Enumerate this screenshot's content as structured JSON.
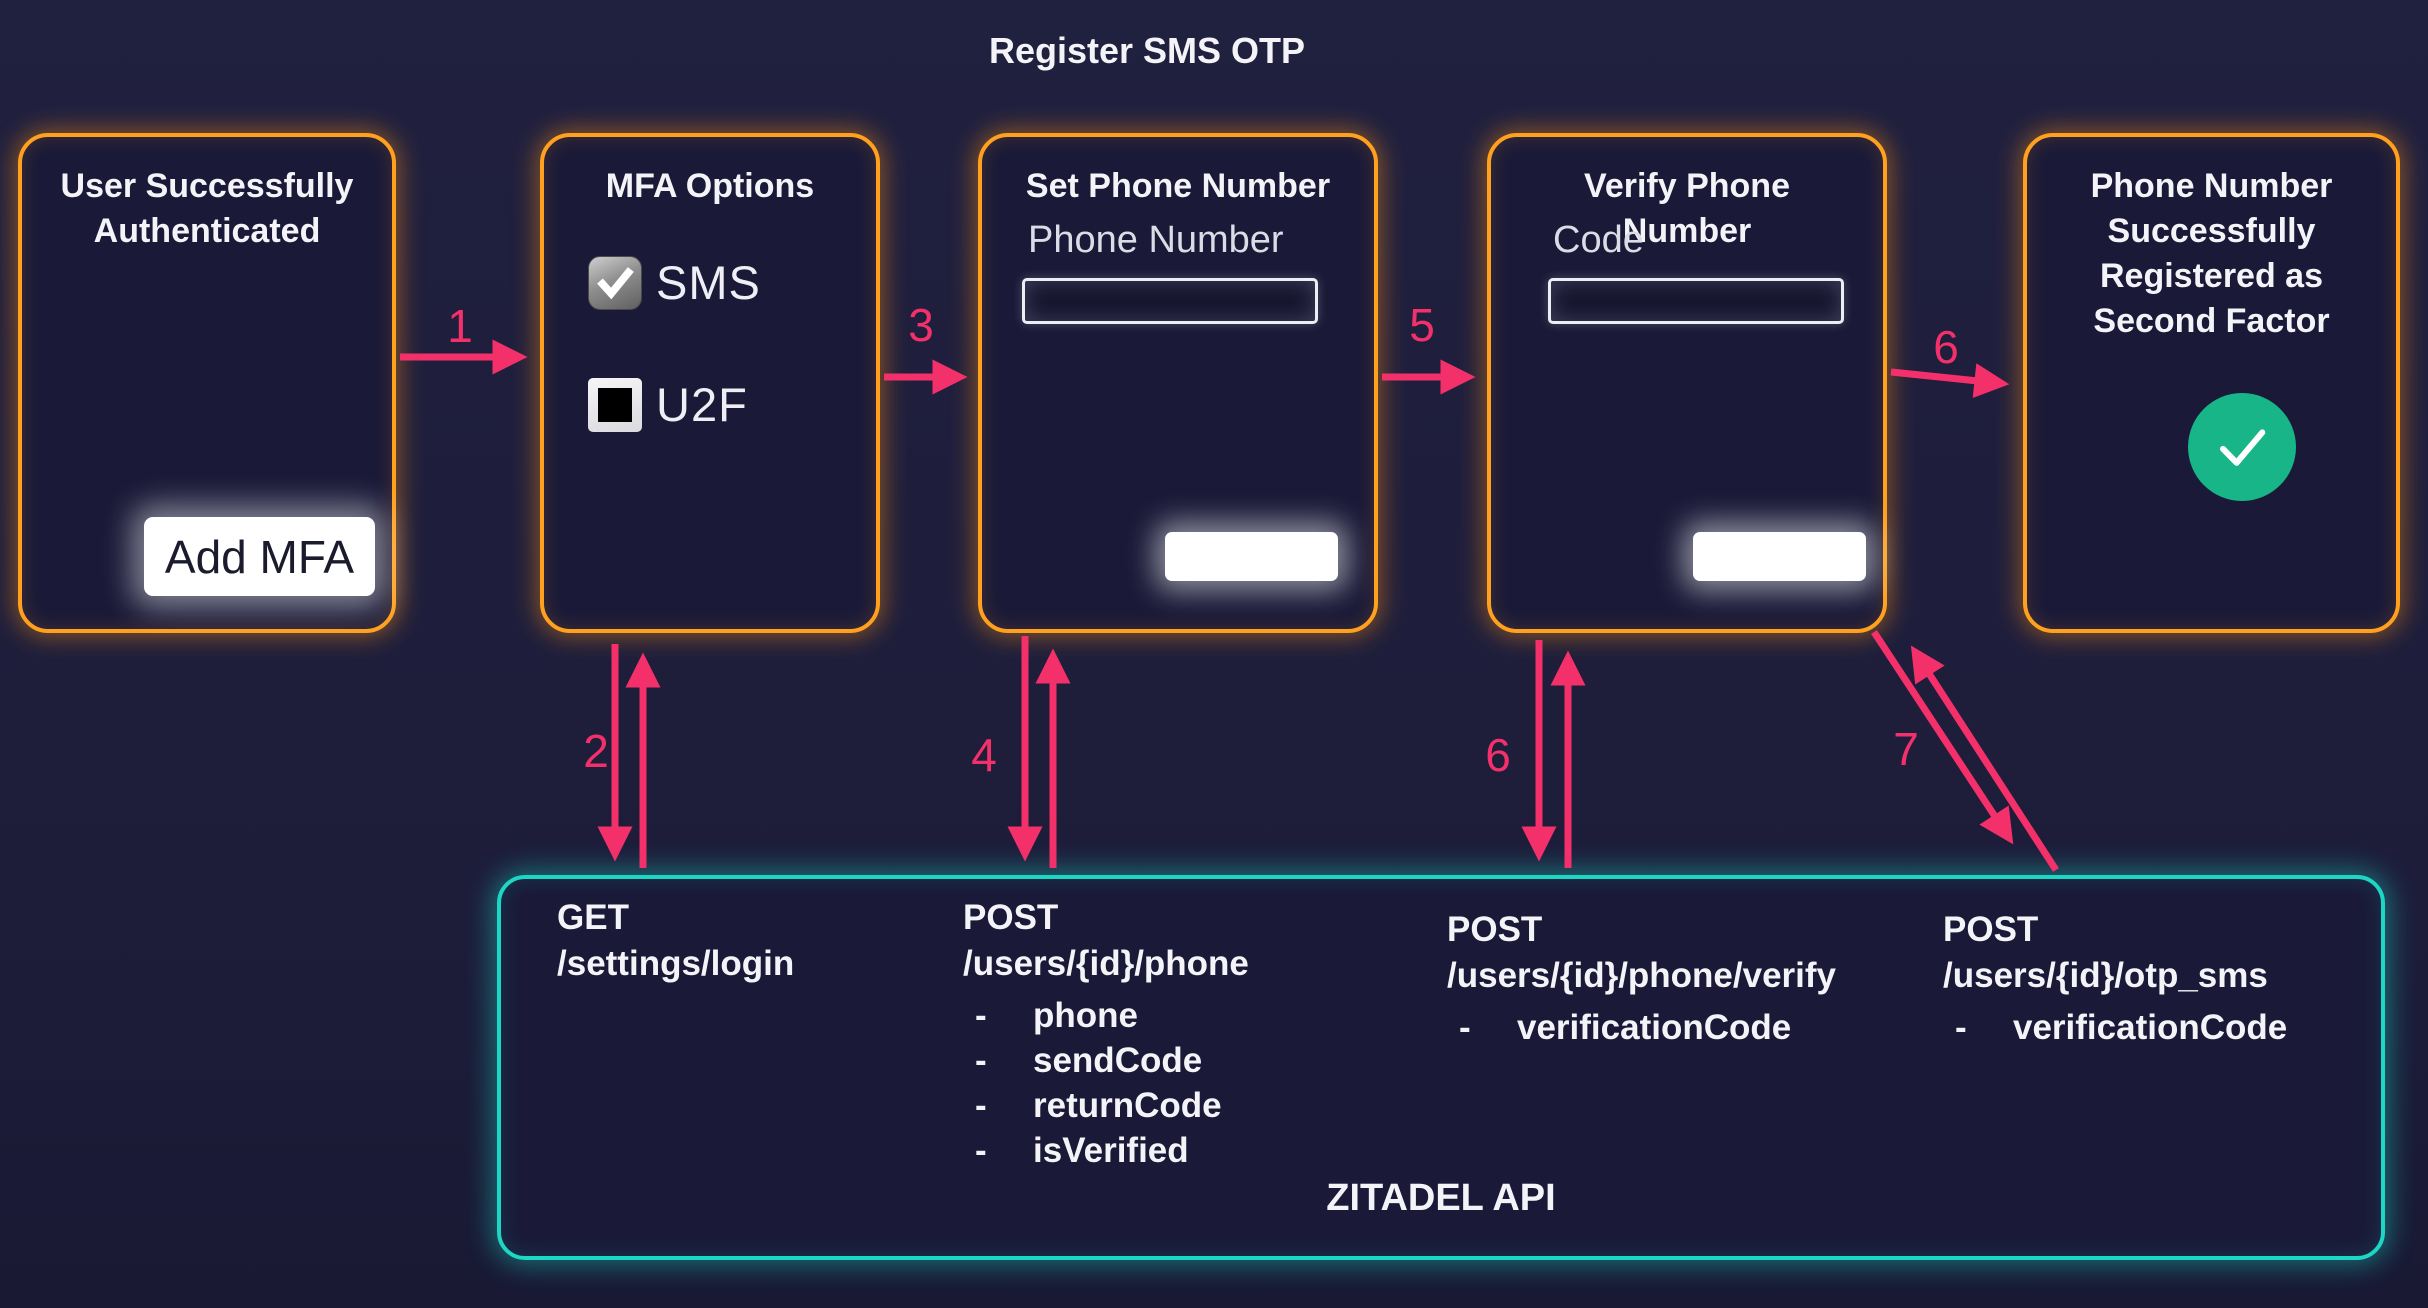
{
  "title": "Register SMS OTP",
  "colors": {
    "background": "#1d1d3a",
    "box_border_orange": "#ffa01e",
    "api_border_teal": "#1ed6c4",
    "arrow_pink": "#f4306b",
    "success_green": "#17b587",
    "button_white": "#ffffff"
  },
  "flow_boxes": [
    {
      "title": "User Successfully Authenticated",
      "button_label": "Add MFA"
    },
    {
      "title": "MFA Options",
      "options": [
        {
          "label": "SMS",
          "checked": true
        },
        {
          "label": "U2F",
          "checked": false
        }
      ]
    },
    {
      "title": "Set Phone Number",
      "field_label": "Phone Number",
      "field_value": ""
    },
    {
      "title": "Verify Phone Number",
      "field_label": "Code",
      "field_value": ""
    },
    {
      "title": "Phone Number Successfully Registered as Second Factor"
    }
  ],
  "api_box": {
    "label": "ZITADEL API",
    "bullet": "-",
    "endpoints": [
      {
        "method": "GET",
        "path": "/settings/login",
        "params": []
      },
      {
        "method": "POST",
        "path": "/users/{id}/phone",
        "params": [
          "phone",
          "sendCode",
          "returnCode",
          "isVerified"
        ]
      },
      {
        "method": "POST",
        "path": "/users/{id}/phone/verify",
        "params": [
          "verificationCode"
        ]
      },
      {
        "method": "POST",
        "path": "/users/{id}/otp_sms",
        "params": [
          "verificationCode"
        ]
      }
    ]
  },
  "step_labels": {
    "s1": "1",
    "s2": "2",
    "s3": "3",
    "s4": "4",
    "s5": "5",
    "s6a": "6",
    "s6b": "6",
    "s7": "7"
  }
}
